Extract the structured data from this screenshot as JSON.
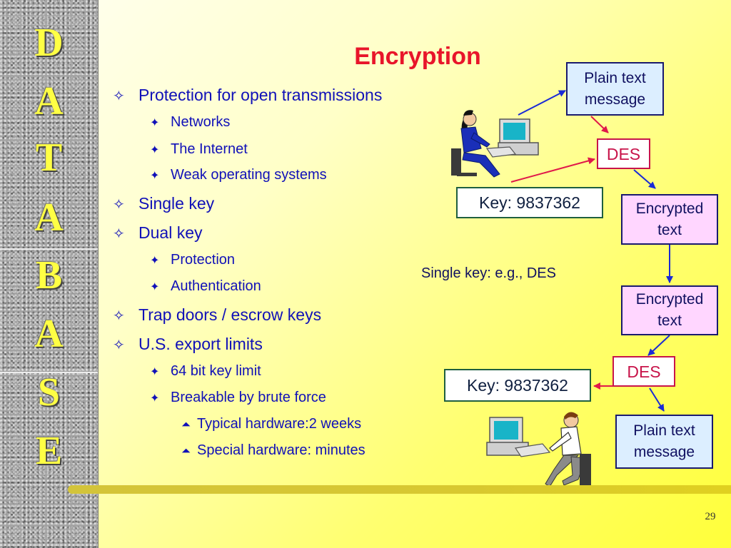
{
  "sidebar": {
    "letters": [
      "D",
      "A",
      "T",
      "A",
      "B",
      "A",
      "S",
      "E"
    ]
  },
  "title": "Encryption",
  "bullets": {
    "l1": {
      "marker": "✧",
      "text": "Protection for open transmissions"
    },
    "l2": {
      "marker": "✦",
      "text": "Networks"
    },
    "l3": {
      "marker": "✦",
      "text": "The Internet"
    },
    "l4": {
      "marker": "✦",
      "text": "Weak operating systems"
    },
    "l5": {
      "marker": "✧",
      "text": "Single key"
    },
    "l6": {
      "marker": "✧",
      "text": "Dual key"
    },
    "l7": {
      "marker": "✦",
      "text": "Protection"
    },
    "l8": {
      "marker": "✦",
      "text": "Authentication"
    },
    "l9": {
      "marker": "✧",
      "text": "Trap doors / escrow keys"
    },
    "l10": {
      "marker": "✧",
      "text": "U.S. export limits"
    },
    "l11": {
      "marker": "✦",
      "text": "64 bit key limit"
    },
    "l12": {
      "marker": "✦",
      "text": "Breakable by brute force"
    },
    "l13": {
      "marker": "⏶",
      "text": "Typical hardware:2 weeks"
    },
    "l14": {
      "marker": "⏶",
      "text": "Special hardware:  minutes"
    }
  },
  "diagram": {
    "plain_top_1": "Plain text",
    "plain_top_2": "message",
    "des_top": "DES",
    "key_top": "Key:  9837362",
    "enc_top_1": "Encrypted",
    "enc_top_2": "text",
    "caption": "Single key:  e.g., DES",
    "enc_bottom_1": "Encrypted",
    "enc_bottom_2": "text",
    "des_bottom": "DES",
    "key_bottom": "Key:  9837362",
    "plain_bottom_1": "Plain text",
    "plain_bottom_2": "message"
  },
  "page_number": "29",
  "colors": {
    "title": "#e8152a",
    "bullet_text": "#1010b8",
    "arrow_blue": "#1a2ad6",
    "arrow_red": "#e0184a",
    "sidebar_letter": "#ffff44"
  }
}
